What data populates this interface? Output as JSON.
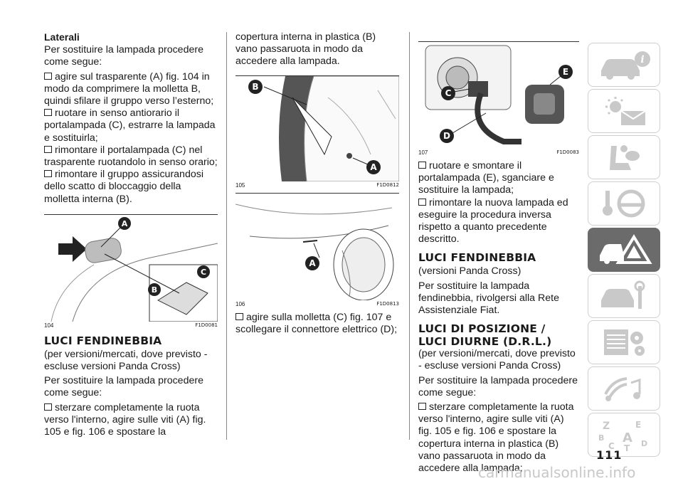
{
  "column1": {
    "subheading": "Laterali",
    "intro": "Per sostituire la lampada procedere come segue:",
    "steps": [
      "agire sul trasparente (A) fig. 104 in modo da comprimere la molletta B, quindi sfilare il gruppo verso l’esterno;",
      "ruotare in senso antiorario il portalampada (C), estrarre la lampada e sostituirla;",
      "rimontare il portalampada (C) nel trasparente ruotandolo in senso orario;",
      "rimontare il gruppo assicurandosi dello scatto di bloccaggio della molletta interna (B)."
    ],
    "figure": {
      "number": "104",
      "code": "F1D0081",
      "labels": [
        "A",
        "B",
        "C"
      ]
    },
    "heading": "LUCI FENDINEBBIA",
    "note": "(per versioni/mercati, dove previsto - escluse versioni Panda Cross)",
    "intro2": "Per sostituire la lampada procedere come segue:",
    "steps2": [
      "sterzare completamente la ruota verso l'interno, agire sulle viti (A) fig. 105 e fig. 106 e spostare la"
    ]
  },
  "column2": {
    "continuation": "copertura interna in plastica (B) vano passaruota in modo da accedere alla lampada.",
    "figure105": {
      "number": "105",
      "code": "F1D0812",
      "labels": [
        "B",
        "A"
      ]
    },
    "figure106": {
      "number": "106",
      "code": "F1D0813",
      "labels": [
        "A"
      ]
    },
    "steps": [
      "agire sulla molletta (C) fig. 107 e scollegare il connettore elettrico (D);"
    ]
  },
  "column3": {
    "figure107": {
      "number": "107",
      "code": "F1D0083",
      "labels": [
        "E",
        "C",
        "D"
      ]
    },
    "steps": [
      "ruotare e smontare il portalampada (E), sganciare e sostituire la lampada;",
      "rimontare la nuova lampada ed eseguire la procedura inversa rispetto a quanto precedente descritto."
    ],
    "heading1": "LUCI FENDINEBBIA",
    "note1": "(versioni Panda Cross)",
    "para1": "Per sostituire la lampada fendinebbia, rivolgersi alla Rete Assistenziale Fiat.",
    "heading2_line1": "LUCI DI POSIZIONE /",
    "heading2_line2": "LUCI DIURNE (D.R.L.)",
    "note2": "(per versioni/mercati, dove previsto - escluse versioni Panda Cross)",
    "intro2": "Per sostituire la lampada procedere come segue:",
    "steps2": [
      "sterzare completamente la ruota verso l'interno, agire sulle viti (A) fig. 105 e fig. 106 e spostare la copertura interna in plastica (B) vano passaruota in modo da accedere alla lampada;"
    ]
  },
  "sidebar": {
    "tabs": [
      {
        "icon": "car-info-icon",
        "active": false
      },
      {
        "icon": "warning-lights-icon",
        "active": false
      },
      {
        "icon": "airbag-seat-icon",
        "active": false
      },
      {
        "icon": "key-steering-icon",
        "active": false
      },
      {
        "icon": "car-breakdown-warning-icon",
        "active": true
      },
      {
        "icon": "car-maintenance-icon",
        "active": false
      },
      {
        "icon": "technical-data-icon",
        "active": false
      },
      {
        "icon": "multimedia-icon",
        "active": false
      },
      {
        "icon": "index-icon",
        "active": false
      }
    ],
    "index_letters": [
      "Z",
      "E",
      "B",
      "A",
      "C",
      "D",
      "T"
    ]
  },
  "page_number": "111",
  "watermark": "carmanualsonline.info",
  "colors": {
    "tab_active": "#6b6b6b",
    "tab_border": "#cfcfcf",
    "icon_light": "#c9c9c9"
  }
}
